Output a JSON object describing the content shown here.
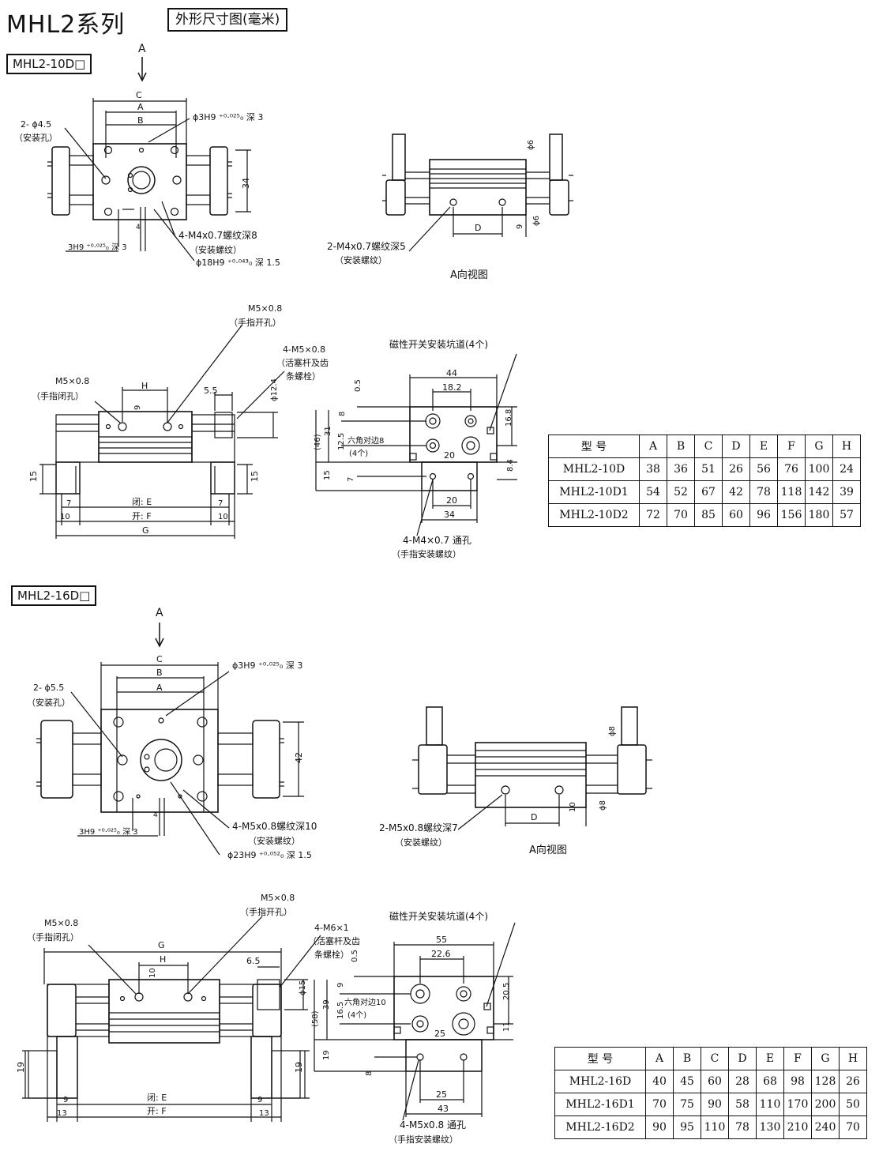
{
  "header": {
    "title": "MHL2系列",
    "subtitle": "外形尺寸图(毫米)"
  },
  "section1": {
    "tag": "MHL2-10D□",
    "top": {
      "arrow": "A",
      "dims": [
        "C",
        "A",
        "B",
        "34",
        "4"
      ],
      "note_hole": "2- ϕ4.5",
      "note_hole_sub": "（安装孔）",
      "note_pin": "ϕ3H9 ⁺⁰·⁰²⁵₀ 深 3",
      "note_pin2": "3H9 ⁺⁰·⁰²⁵₀ 深 3",
      "note_thread": "4-M4x0.7螺纹深8",
      "note_thread_sub": "（安装螺纹）",
      "note_bore": "ϕ18H9 ⁺⁰·⁰⁴³₀ 深 1.5"
    },
    "side": {
      "dims": [
        "ϕ6",
        "D",
        "9",
        "ϕ6"
      ],
      "note_thread": "2-M4x0.7螺纹深5",
      "note_thread_sub": "（安装螺纹）",
      "caption": "A向视图"
    },
    "front": {
      "note_open": "M5×0.8",
      "note_open_sub": "（手指开孔）",
      "note_close": "M5×0.8",
      "note_close_sub": "（手指闭孔）",
      "note_piston": "4-M5×0.8",
      "note_piston_sub1": "（活塞杆及齿",
      "note_piston_sub2": "条螺栓）",
      "dims": [
        "H",
        "9",
        "5.5",
        "ϕ12.4",
        "15",
        "15",
        "7",
        "10",
        "7",
        "10",
        "闭: E",
        "开: F",
        "G"
      ]
    },
    "end": {
      "note_switch": "磁性开关安装坑道(4个)",
      "dims": [
        "44",
        "18.2",
        "0.5",
        "8",
        "31",
        "(46)",
        "12.5",
        "15",
        "7",
        "16.8",
        "8.4",
        "20",
        "20",
        "34"
      ],
      "hex": "六角对边8",
      "hex_sub": "(4个)",
      "note_hole": "4-M4×0.7 通孔",
      "note_hole_sub": "（手指安装螺纹）"
    },
    "table": {
      "header": [
        "型 号",
        "A",
        "B",
        "C",
        "D",
        "E",
        "F",
        "G",
        "H"
      ],
      "rows": [
        [
          "MHL2-10D",
          "38",
          "36",
          "51",
          "26",
          "56",
          "76",
          "100",
          "24"
        ],
        [
          "MHL2-10D1",
          "54",
          "52",
          "67",
          "42",
          "78",
          "118",
          "142",
          "39"
        ],
        [
          "MHL2-10D2",
          "72",
          "70",
          "85",
          "60",
          "96",
          "156",
          "180",
          "57"
        ]
      ]
    }
  },
  "section2": {
    "tag": "MHL2-16D□",
    "top": {
      "arrow": "A",
      "dims": [
        "C",
        "B",
        "A",
        "42",
        "4"
      ],
      "note_hole": "2- ϕ5.5",
      "note_hole_sub": "（安装孔）",
      "note_pin": "ϕ3H9 ⁺⁰·⁰²⁵₀ 深 3",
      "note_pin2": "3H9 ⁺⁰·⁰²⁵₀ 深 3",
      "note_thread": "4-M5x0.8螺纹深10",
      "note_thread_sub": "（安装螺纹）",
      "note_bore": "ϕ23H9 ⁺⁰·⁰⁵²₀ 深 1.5"
    },
    "side": {
      "dims": [
        "ϕ8",
        "D",
        "10",
        "ϕ8"
      ],
      "note_thread": "2-M5x0.8螺纹深7",
      "note_thread_sub": "（安装螺纹）",
      "caption": "A向视图"
    },
    "front": {
      "note_open": "M5×0.8",
      "note_open_sub": "（手指开孔）",
      "note_close": "M5×0.8",
      "note_close_sub": "（手指闭孔）",
      "note_piston": "4-M6×1",
      "note_piston_sub1": "（活塞杆及齿",
      "note_piston_sub2": "条螺栓）",
      "dims": [
        "G",
        "H",
        "10",
        "6.5",
        "ϕ15",
        "19",
        "19",
        "9",
        "13",
        "9",
        "13",
        "闭: E",
        "开: F"
      ]
    },
    "end": {
      "note_switch": "磁性开关安装坑道(4个)",
      "dims": [
        "55",
        "22.6",
        "0.5",
        "9",
        "39",
        "(58)",
        "16.5",
        "19",
        "8",
        "20.5",
        "11",
        "25",
        "25",
        "43"
      ],
      "hex": "六角对边10",
      "hex_sub": "(4个)",
      "note_hole": "4-M5x0.8 通孔",
      "note_hole_sub": "（手指安装螺纹）"
    },
    "table": {
      "header": [
        "型 号",
        "A",
        "B",
        "C",
        "D",
        "E",
        "F",
        "G",
        "H"
      ],
      "rows": [
        [
          "MHL2-16D",
          "40",
          "45",
          "60",
          "28",
          "68",
          "98",
          "128",
          "26"
        ],
        [
          "MHL2-16D1",
          "70",
          "75",
          "90",
          "58",
          "110",
          "170",
          "200",
          "50"
        ],
        [
          "MHL2-16D2",
          "90",
          "95",
          "110",
          "78",
          "130",
          "210",
          "240",
          "70"
        ]
      ]
    }
  }
}
